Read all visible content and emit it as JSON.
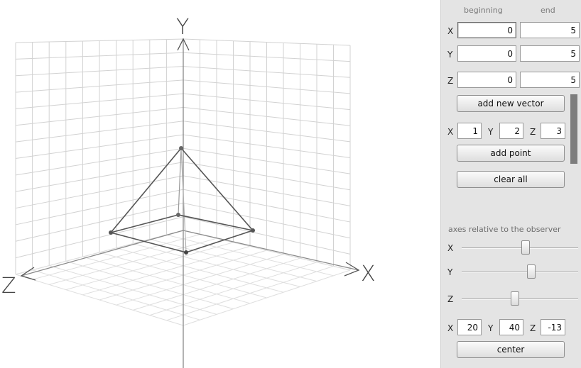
{
  "viewport": {
    "axis_labels": {
      "x": "X",
      "y": "Y",
      "z": "Z"
    }
  },
  "vector_panel": {
    "header_beginning": "beginning",
    "header_end": "end",
    "rows": [
      {
        "axis": "X",
        "beginning": "0",
        "end": "5"
      },
      {
        "axis": "Y",
        "beginning": "0",
        "end": "5"
      },
      {
        "axis": "Z",
        "beginning": "0",
        "end": "5"
      }
    ],
    "add_vector_label": "add new vector"
  },
  "point_panel": {
    "x_label": "X",
    "x_value": "1",
    "y_label": "Y",
    "y_value": "2",
    "z_label": "Z",
    "z_value": "3",
    "add_point_label": "add point",
    "clear_all_label": "clear all"
  },
  "axes_panel": {
    "title": "axes relative to the observer",
    "sliders": [
      {
        "label": "X",
        "position": 0.55
      },
      {
        "label": "Y",
        "position": 0.6
      },
      {
        "label": "Z",
        "position": 0.46
      }
    ],
    "x_label": "X",
    "x_value": "20",
    "y_label": "Y",
    "y_value": "40",
    "z_label": "Z",
    "z_value": "-13",
    "center_label": "center"
  }
}
